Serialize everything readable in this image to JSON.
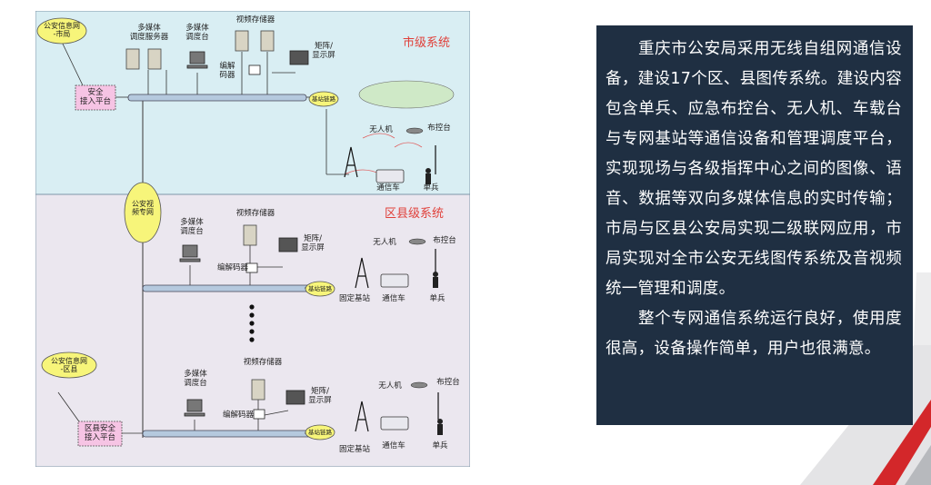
{
  "diagram": {
    "city_tier": "市级系统",
    "county_tier": "区县级系统",
    "city": {
      "info_net": "公安信息网\n-市局",
      "security_platform": "安全\n接入平台",
      "dispatch_server": "多媒体\n调度服务器",
      "dispatch_desk": "多媒体\n调度台",
      "video_storage": "视频存储器",
      "codec": "编解\n码器",
      "matrix": "矩阵/\n显示屏",
      "base_link": "基站链路",
      "drone": "无人机",
      "control_desk": "布控台",
      "comm_vehicle": "通信车",
      "single_soldier": "单兵"
    },
    "video_network": "公安视\n频专网",
    "county1": {
      "dispatch_desk": "多媒体\n调度台",
      "video_storage": "视频存储器",
      "codec": "编解码器",
      "matrix": "矩阵/\n显示屏",
      "base_link": "基站链路",
      "drone": "无人机",
      "control_desk": "布控台",
      "fixed_station": "固定基站",
      "comm_vehicle": "通信车",
      "single_soldier": "单兵"
    },
    "county2": {
      "info_net": "公安信息网\n-区县",
      "security_platform": "区县安全\n接入平台",
      "dispatch_desk": "多媒体\n调度台",
      "video_storage": "视频存储器",
      "codec": "编解码器",
      "matrix": "矩阵/\n显示屏",
      "base_link": "基站链路",
      "drone": "无人机",
      "control_desk": "布控台",
      "fixed_station": "固定基站",
      "comm_vehicle": "通信车",
      "single_soldier": "单兵"
    }
  },
  "description": {
    "paragraph1": "重庆市公安局采用无线自组网通信设备，建设17个区、县图传系统。建设内容包含单兵、应急布控台、无人机、车载台与专网基站等通信设备和管理调度平台，实现现场与各级指挥中心之间的图像、语音、数据等双向多媒体信息的实时传输；市局与区县公安局实现二级联网应用，市局实现对全市公安无线图传系统及音视频统一管理和调度。",
    "paragraph2": "整个专网通信系统运行良好，使用度很高，设备操作简单，用户也很满意。"
  },
  "colors": {
    "city_bg": "#d9eef3",
    "county_bg": "#ebe7ef",
    "bus": "#b5c9de",
    "cloud": "#f7f57a",
    "pink": "#f6c4e4",
    "text_panel": "#1f2f42",
    "tier_label": "#e0403a",
    "stripe_red": "#d3272a"
  }
}
